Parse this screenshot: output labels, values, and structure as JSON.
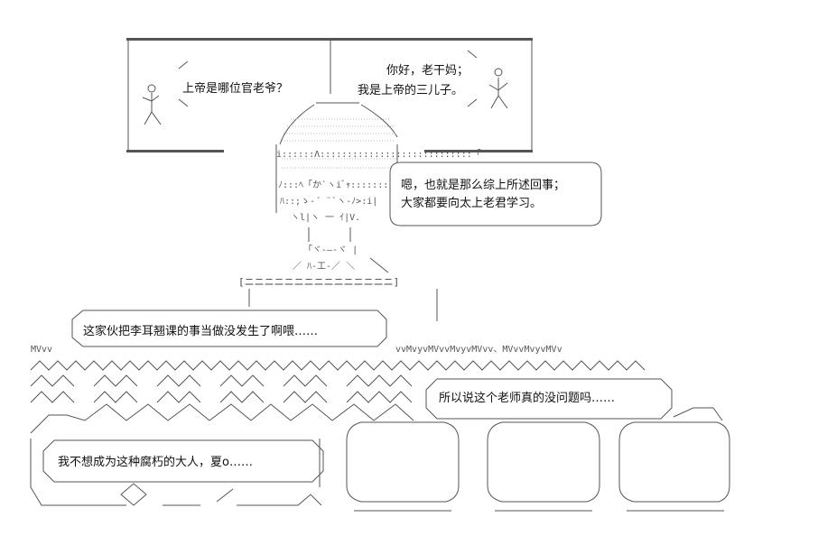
{
  "panel_top": {
    "left_line": "上帝是哪位官老爷？",
    "right_line_1": "你好，老干妈；",
    "right_line_2": "我是上帝的三儿子。"
  },
  "teacher": {
    "line_1": "嗯，也就是那么综上所述回事；",
    "line_2": "大家都要向太上老君学习。"
  },
  "crowd": {
    "line_1": "这家伙把李耳翘课的事当做没发生了啊喂……",
    "line_2": "所以说这个老师真的没问题吗……",
    "line_3": "我不想成为这种腐朽的大人，夏o……"
  },
  "ascii": {
    "hair_left": "MVvv",
    "hair_right": "vvMvyvMVvvMvyvMVvv、MVvvMvyvMVv",
    "podium": "[ニニニニニニニニニニニニニニニ]",
    "face": "i::::::Λ::::::::::::::::::::::::::::「",
    "face_2": "ﾉ:::ﾍ「か`ヽiﾞｬ:::::::r|",
    "face_3": "ﾊ::;ゝ-´ ¨`ヽ-ﾉ>:i|",
    "body_1": "ヽl|ヽ 一 ｲ|V.",
    "body_2": "「ヾ-―-ヾ |",
    "body_3": "／ ﾊ-工-／ ＼"
  }
}
